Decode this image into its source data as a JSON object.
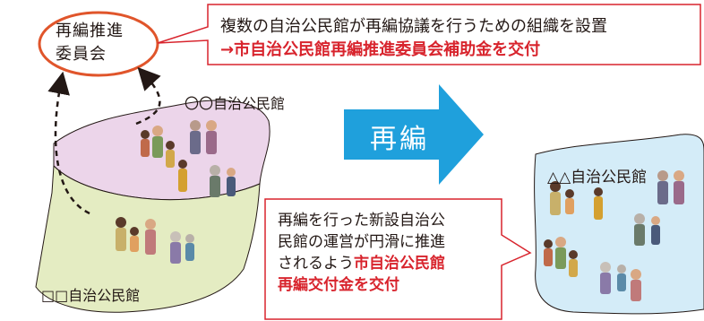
{
  "committee": {
    "line1": "再編推進",
    "line2": "委員会"
  },
  "callout_top": {
    "line1": "複数の自治公民館が再編協議を行うための組織を設置",
    "line2": "→市自治公民館再編推進委員会補助金を交付"
  },
  "halls": {
    "upper": "〇〇自治公民館",
    "lower": "□□自治公民館",
    "merged": "△△自治公民館"
  },
  "arrow_label": "再編",
  "callout_bottom": {
    "line1": "再編を行った新設自治公",
    "line2": "民館の運営が円滑に推進",
    "line3_plain": "されるよう",
    "line3_red": "市自治公民館",
    "line4": "再編交付金を交付"
  },
  "colors": {
    "accent_red": "#d8242d",
    "arrow_blue": "#1fa0dc",
    "upper_region": "#ecd5ea",
    "lower_region": "#e4ecc2",
    "merged_region": "#d4ecf8"
  }
}
